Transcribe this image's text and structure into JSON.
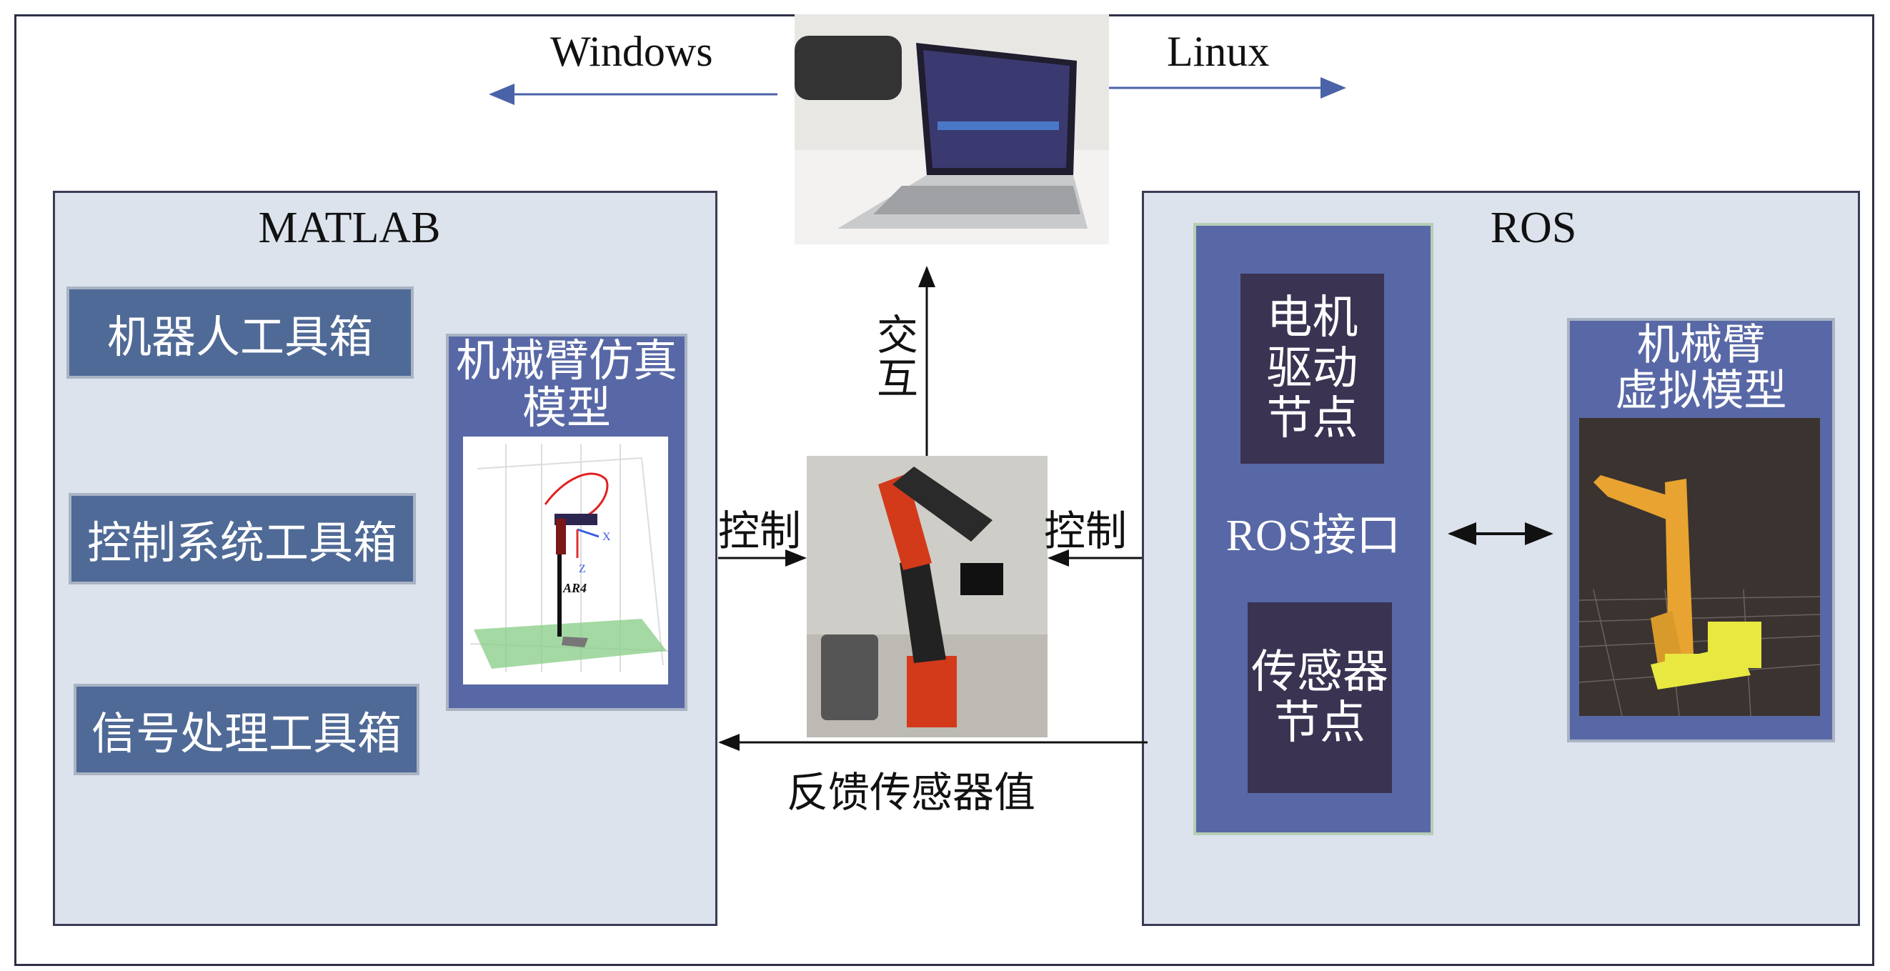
{
  "os_labels": {
    "windows": "Windows",
    "linux": "Linux"
  },
  "matlab": {
    "title": "MATLAB",
    "toolboxes": [
      "机器人工具箱",
      "控制系统工具箱",
      "信号处理工具箱"
    ],
    "sim_model": {
      "title_line1": "机械臂仿真",
      "title_line2": "模型",
      "robot_label": "AR4",
      "axis_x": "X",
      "axis_z": "Z"
    }
  },
  "ros": {
    "title": "ROS",
    "interface": "ROS接口",
    "motor_node": [
      "电机",
      "驱动",
      "节点"
    ],
    "sensor_node": [
      "传感器",
      "节点"
    ],
    "virtual_model": {
      "title_line1": "机械臂",
      "title_line2": "虚拟模型"
    }
  },
  "arrows": {
    "interact": [
      "交",
      "互"
    ],
    "control_left": "控制",
    "control_right": "控制",
    "feedback": "反馈传感器值"
  },
  "colors": {
    "panel": "#dce3ed",
    "toolbox": "#4f6a96",
    "ros_column": "#5868a6",
    "node": "#3a3352",
    "os_arrow": "#4a62a8"
  }
}
